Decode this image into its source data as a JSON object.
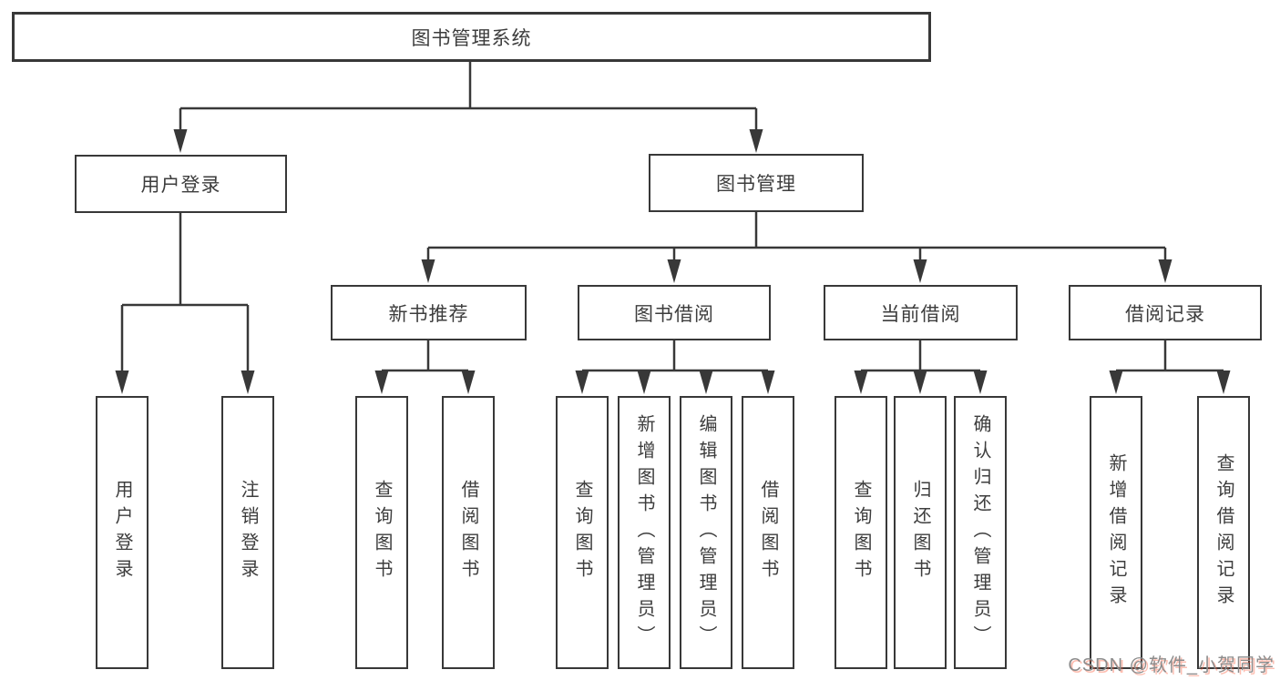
{
  "colors": {
    "background": "#ffffff",
    "line": "#383838",
    "box_border": "#383838",
    "text": "#3d3d3d",
    "watermark_gray": "#8c8c8c",
    "watermark_red": "#fc5531"
  },
  "watermark": "CSDN @软件_小贺同学",
  "tree": {
    "root": {
      "label": "图书管理系统",
      "children": [
        {
          "label": "用户登录",
          "children": [
            {
              "label": "用户登录"
            },
            {
              "label": "注销登录"
            }
          ]
        },
        {
          "label": "图书管理",
          "children": [
            {
              "label": "新书推荐",
              "children": [
                {
                  "label": "查询图书"
                },
                {
                  "label": "借阅图书"
                }
              ]
            },
            {
              "label": "图书借阅",
              "children": [
                {
                  "label": "查询图书"
                },
                {
                  "label": "新增图书（管理员）"
                },
                {
                  "label": "编辑图书（管理员）"
                },
                {
                  "label": "借阅图书"
                }
              ]
            },
            {
              "label": "当前借阅",
              "children": [
                {
                  "label": "查询图书"
                },
                {
                  "label": "归还图书"
                },
                {
                  "label": "确认归还（管理员）"
                }
              ]
            },
            {
              "label": "借阅记录",
              "children": [
                {
                  "label": "新增借阅记录"
                },
                {
                  "label": "查询借阅记录"
                }
              ]
            }
          ]
        }
      ]
    }
  }
}
